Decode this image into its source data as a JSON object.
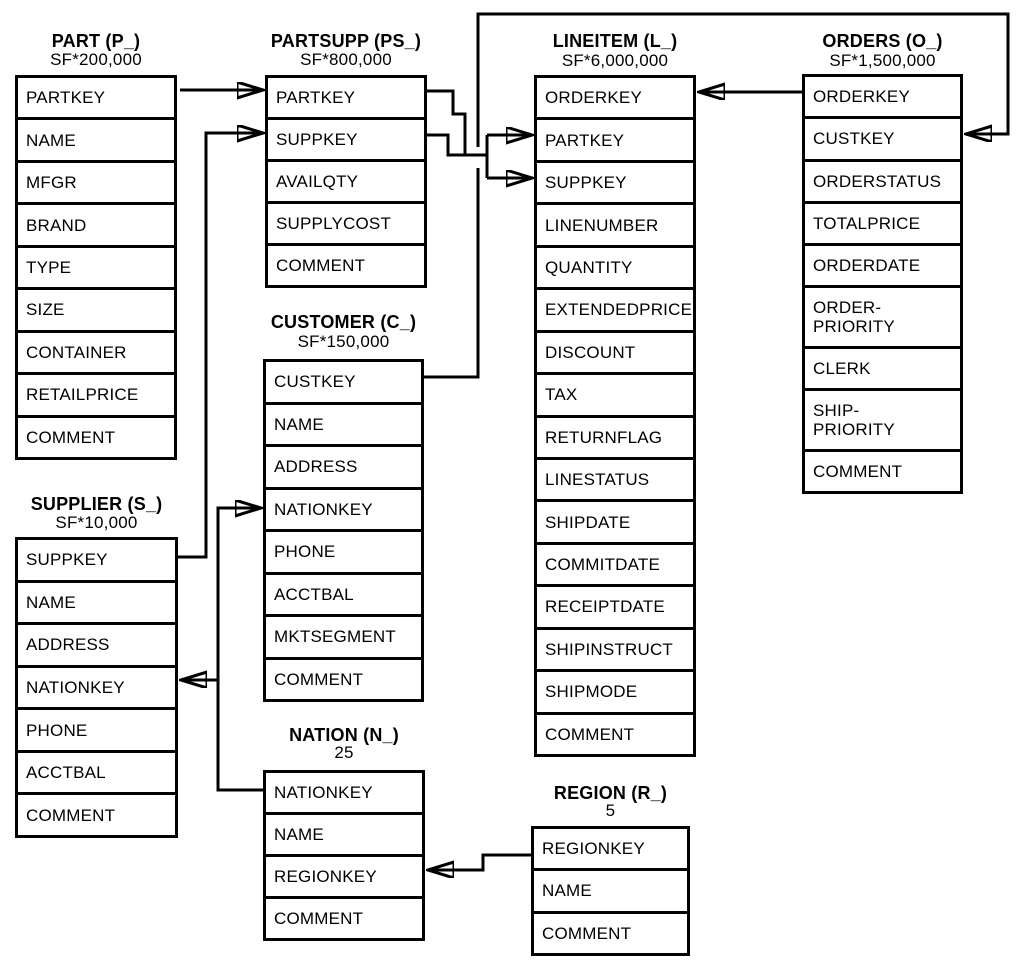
{
  "colors": {
    "ink": "#000000",
    "background": "#ffffff"
  },
  "tables": [
    {
      "id": "part",
      "title": "PART (P_)",
      "cardinality": "SF*200,000",
      "columns": [
        "PARTKEY",
        "NAME",
        "MFGR",
        "BRAND",
        "TYPE",
        "SIZE",
        "CONTAINER",
        "RETAILPRICE",
        "COMMENT"
      ]
    },
    {
      "id": "partsupp",
      "title": "PARTSUPP (PS_)",
      "cardinality": "SF*800,000",
      "columns": [
        "PARTKEY",
        "SUPPKEY",
        "AVAILQTY",
        "SUPPLYCOST",
        "COMMENT"
      ]
    },
    {
      "id": "lineitem",
      "title": "LINEITEM (L_)",
      "cardinality": "SF*6,000,000",
      "columns": [
        "ORDERKEY",
        "PARTKEY",
        "SUPPKEY",
        "LINENUMBER",
        "QUANTITY",
        "EXTENDEDPRICE",
        "DISCOUNT",
        "TAX",
        "RETURNFLAG",
        "LINESTATUS",
        "SHIPDATE",
        "COMMITDATE",
        "RECEIPTDATE",
        "SHIPINSTRUCT",
        "SHIPMODE",
        "COMMENT"
      ]
    },
    {
      "id": "orders",
      "title": "ORDERS (O_)",
      "cardinality": "SF*1,500,000",
      "columns": [
        "ORDERKEY",
        "CUSTKEY",
        "ORDERSTATUS",
        "TOTALPRICE",
        "ORDERDATE",
        "ORDER-\nPRIORITY",
        "CLERK",
        "SHIP-\nPRIORITY",
        "COMMENT"
      ]
    },
    {
      "id": "customer",
      "title": "CUSTOMER (C_)",
      "cardinality": "SF*150,000",
      "columns": [
        "CUSTKEY",
        "NAME",
        "ADDRESS",
        "NATIONKEY",
        "PHONE",
        "ACCTBAL",
        "MKTSEGMENT",
        "COMMENT"
      ]
    },
    {
      "id": "supplier",
      "title": "SUPPLIER (S_)",
      "cardinality": "SF*10,000",
      "columns": [
        "SUPPKEY",
        "NAME",
        "ADDRESS",
        "NATIONKEY",
        "PHONE",
        "ACCTBAL",
        "COMMENT"
      ]
    },
    {
      "id": "nation",
      "title": "NATION (N_)",
      "cardinality": "25",
      "columns": [
        "NATIONKEY",
        "NAME",
        "REGIONKEY",
        "COMMENT"
      ]
    },
    {
      "id": "region",
      "title": "REGION (R_)",
      "cardinality": "5",
      "columns": [
        "REGIONKEY",
        "NAME",
        "COMMENT"
      ]
    }
  ],
  "relationships": [
    {
      "from": "PART.PARTKEY",
      "to": "PARTSUPP.PARTKEY"
    },
    {
      "from": "SUPPLIER.SUPPKEY",
      "to": "PARTSUPP.SUPPKEY"
    },
    {
      "from": "PARTSUPP.PARTKEY",
      "to": "LINEITEM.PARTKEY"
    },
    {
      "from": "PARTSUPP.SUPPKEY",
      "to": "LINEITEM.SUPPKEY"
    },
    {
      "from": "ORDERS.ORDERKEY",
      "to": "LINEITEM.ORDERKEY"
    },
    {
      "from": "CUSTOMER.CUSTKEY",
      "to": "ORDERS.CUSTKEY"
    },
    {
      "from": "NATION.NATIONKEY",
      "to": "CUSTOMER.NATIONKEY"
    },
    {
      "from": "NATION.NATIONKEY",
      "to": "SUPPLIER.NATIONKEY"
    },
    {
      "from": "REGION.REGIONKEY",
      "to": "NATION.REGIONKEY"
    }
  ]
}
